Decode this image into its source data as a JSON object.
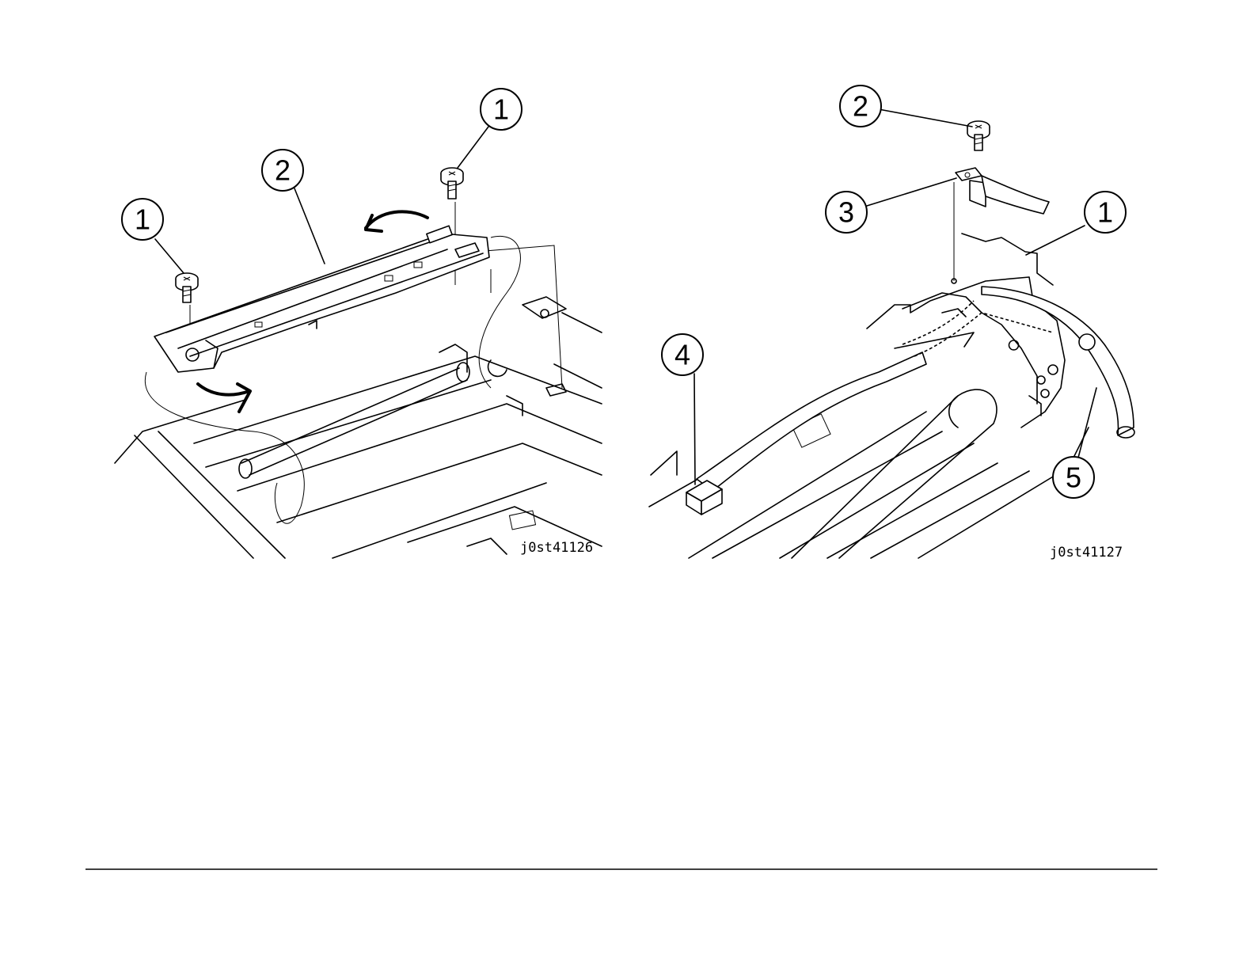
{
  "left_figure": {
    "id": "j0st41126",
    "callouts": [
      "1",
      "2",
      "1"
    ]
  },
  "right_figure": {
    "id": "j0st41127",
    "callouts": [
      "2",
      "3",
      "1",
      "4",
      "5"
    ]
  }
}
